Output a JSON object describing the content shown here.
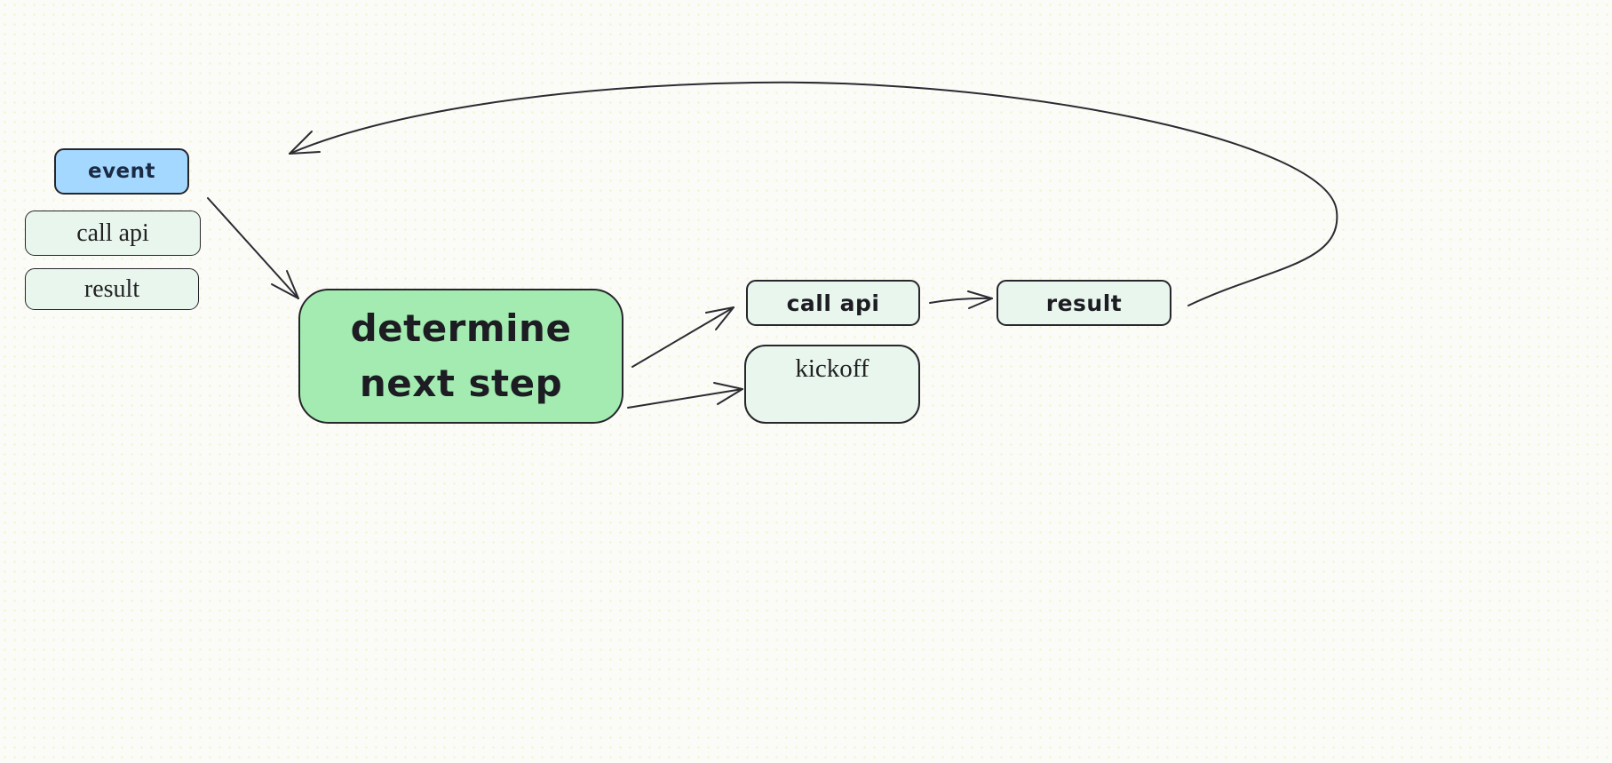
{
  "canvas": {
    "background": "#fbfbf8",
    "dot_color": "#f4f4d0",
    "stroke_color": "#2b2b31"
  },
  "nodes": {
    "event": {
      "label": "event",
      "fill": "#a5d8ff",
      "text_color": "#1b2a45"
    },
    "call_api_left": {
      "label": "call api",
      "fill": "#e9f6ee"
    },
    "result_left": {
      "label": "result",
      "fill": "#e9f6ee"
    },
    "determine_next_step": {
      "line1": "determine",
      "line2": "next step",
      "fill": "#a3ebb1"
    },
    "call_api_right": {
      "label": "call api",
      "fill": "#e9f6ee"
    },
    "result_right": {
      "label": "result",
      "fill": "#e9f6ee"
    },
    "kickoff": {
      "label": "kickoff",
      "fill": "#e9f6ee"
    }
  },
  "edges": [
    {
      "from": "event",
      "to": "determine_next_step"
    },
    {
      "from": "determine_next_step",
      "to": "call_api_right"
    },
    {
      "from": "determine_next_step",
      "to": "kickoff"
    },
    {
      "from": "call_api_right",
      "to": "result_right"
    },
    {
      "from": "result_right",
      "to": "start_of_flow",
      "type": "loop_back"
    }
  ]
}
